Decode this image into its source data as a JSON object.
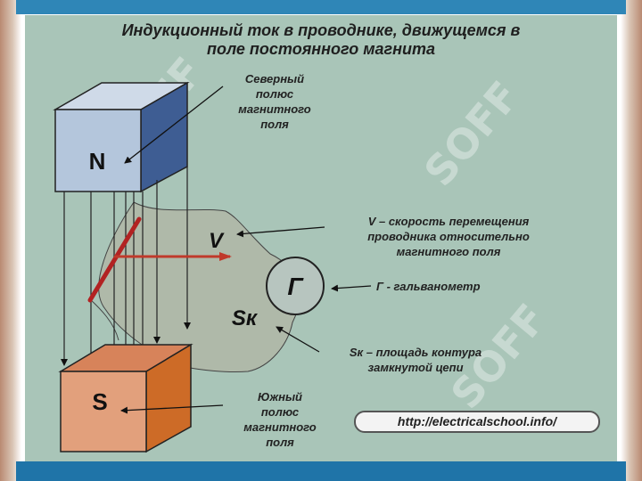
{
  "title": {
    "line1": "Индукционный ток в проводнике, движущемся в",
    "line2": "поле постоянного магнита"
  },
  "north_pole": {
    "letter": "N",
    "label_lines": [
      "Северный",
      "полюс",
      "магнитного",
      "поля"
    ]
  },
  "south_pole": {
    "letter": "S",
    "label_lines": [
      "Южный",
      "полюс",
      "магнитного",
      "поля"
    ]
  },
  "velocity": {
    "symbol": "V",
    "label_lines": [
      "V – скорость перемещения",
      "проводника относительно",
      "магнитного поля"
    ]
  },
  "galvanometer": {
    "symbol": "Г",
    "label": "Г - гальванометр"
  },
  "area": {
    "symbol": "Sк",
    "label_lines": [
      "Sк – площадь контура",
      "замкнутой цепи"
    ]
  },
  "url": "http://electricalschool.info/",
  "watermark": "SOFF",
  "colors": {
    "panel_bg": "#a9c5b8",
    "north_face": "#b4c6dc",
    "north_side": "#3e5d93",
    "south_face": "#e2a07c",
    "south_side": "#cd6b27",
    "conductor": "#b22222",
    "velocity_arrow": "#c0392b",
    "contour_fill": "#afb9a9"
  }
}
